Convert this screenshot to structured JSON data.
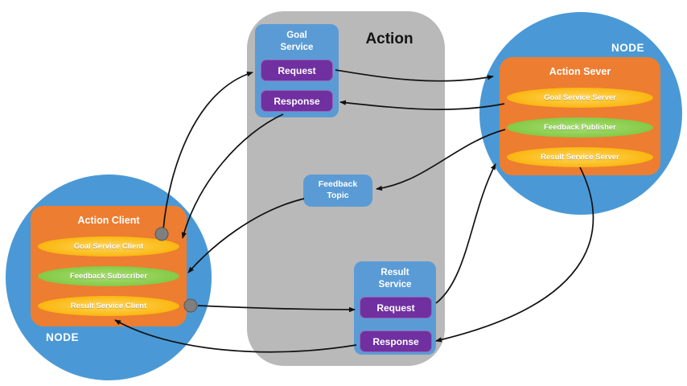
{
  "diagram": {
    "center_panel": {
      "title": "Action",
      "goal_service": {
        "title": "Goal Service",
        "request": "Request",
        "response": "Response"
      },
      "feedback_topic": {
        "title": "Feedback Topic"
      },
      "result_service": {
        "title": "Result Service",
        "request": "Request",
        "response": "Response"
      }
    },
    "client_node": {
      "node_label": "NODE",
      "title": "Action Client",
      "items": [
        {
          "label": "Goal Service Client",
          "color": "#ffc000"
        },
        {
          "label": "Feedback Subscriber",
          "color": "#92d050"
        },
        {
          "label": "Result Service Client",
          "color": "#ffc000"
        }
      ]
    },
    "server_node": {
      "node_label": "NODE",
      "title": "Action Sever",
      "items": [
        {
          "label": "Goal Service Server",
          "color": "#ffc000"
        },
        {
          "label": "Feedback Publisher",
          "color": "#92d050"
        },
        {
          "label": "Result Service Server",
          "color": "#ffc000"
        }
      ]
    },
    "colors": {
      "node_circle_blue": "#4a99d6",
      "panel_orange": "#ed7d31",
      "action_gray": "#b9b9b9",
      "service_box_blue": "#5b9bd5",
      "request_purple": "#7030a0",
      "pill_yellow": "#ffc000",
      "pill_green": "#92d050",
      "arrow_black": "#111111",
      "junction_dot_gray": "#7f7f7f"
    }
  }
}
